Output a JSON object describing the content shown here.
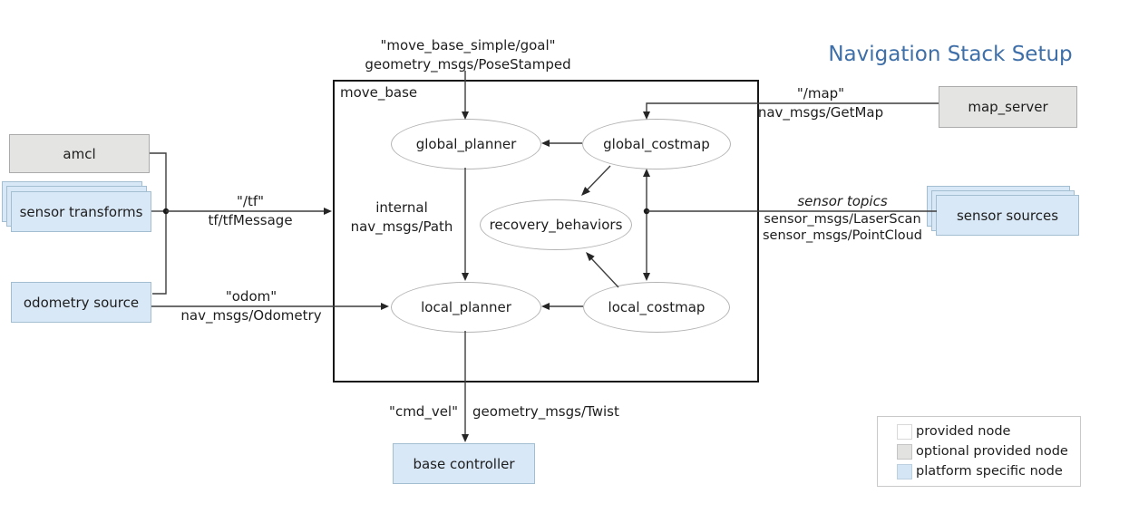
{
  "title": "Navigation Stack Setup",
  "colors": {
    "accent": "#3e6fa8",
    "line": "#3d3d3d",
    "node-blue": "#d9e8f7",
    "node-blue-border": "#a3bdd1",
    "node-gray": "#e4e4e2",
    "node-gray-border": "#ababab",
    "ellipse-border": "#b4b4b4"
  },
  "container": {
    "label": "move_base"
  },
  "ellipses": {
    "global_planner": "global_planner",
    "global_costmap": "global_costmap",
    "recovery_behaviors": "recovery_behaviors",
    "local_planner": "local_planner",
    "local_costmap": "local_costmap"
  },
  "boxes": {
    "amcl": "amcl",
    "sensor_transforms": "sensor transforms",
    "odometry_source": "odometry source",
    "map_server": "map_server",
    "sensor_sources": "sensor sources",
    "base_controller": "base controller"
  },
  "edges": {
    "goal": {
      "topic": "\"move_base_simple/goal\"",
      "type": "geometry_msgs/PoseStamped"
    },
    "tf": {
      "topic": "\"/tf\"",
      "type": "tf/tfMessage"
    },
    "odom": {
      "topic": "\"odom\"",
      "type": "nav_msgs/Odometry"
    },
    "map": {
      "topic": "\"/map\"",
      "type": "nav_msgs/GetMap"
    },
    "sensor": {
      "topic": "sensor topics",
      "type1": "sensor_msgs/LaserScan",
      "type2": "sensor_msgs/PointCloud"
    },
    "internal": {
      "topic": "internal",
      "type": "nav_msgs/Path"
    },
    "cmd_vel": {
      "topic": "\"cmd_vel\"",
      "type": "geometry_msgs/Twist"
    }
  },
  "legend": {
    "items": [
      {
        "label": "provided node"
      },
      {
        "label": "optional provided node"
      },
      {
        "label": "platform specific node"
      }
    ]
  }
}
